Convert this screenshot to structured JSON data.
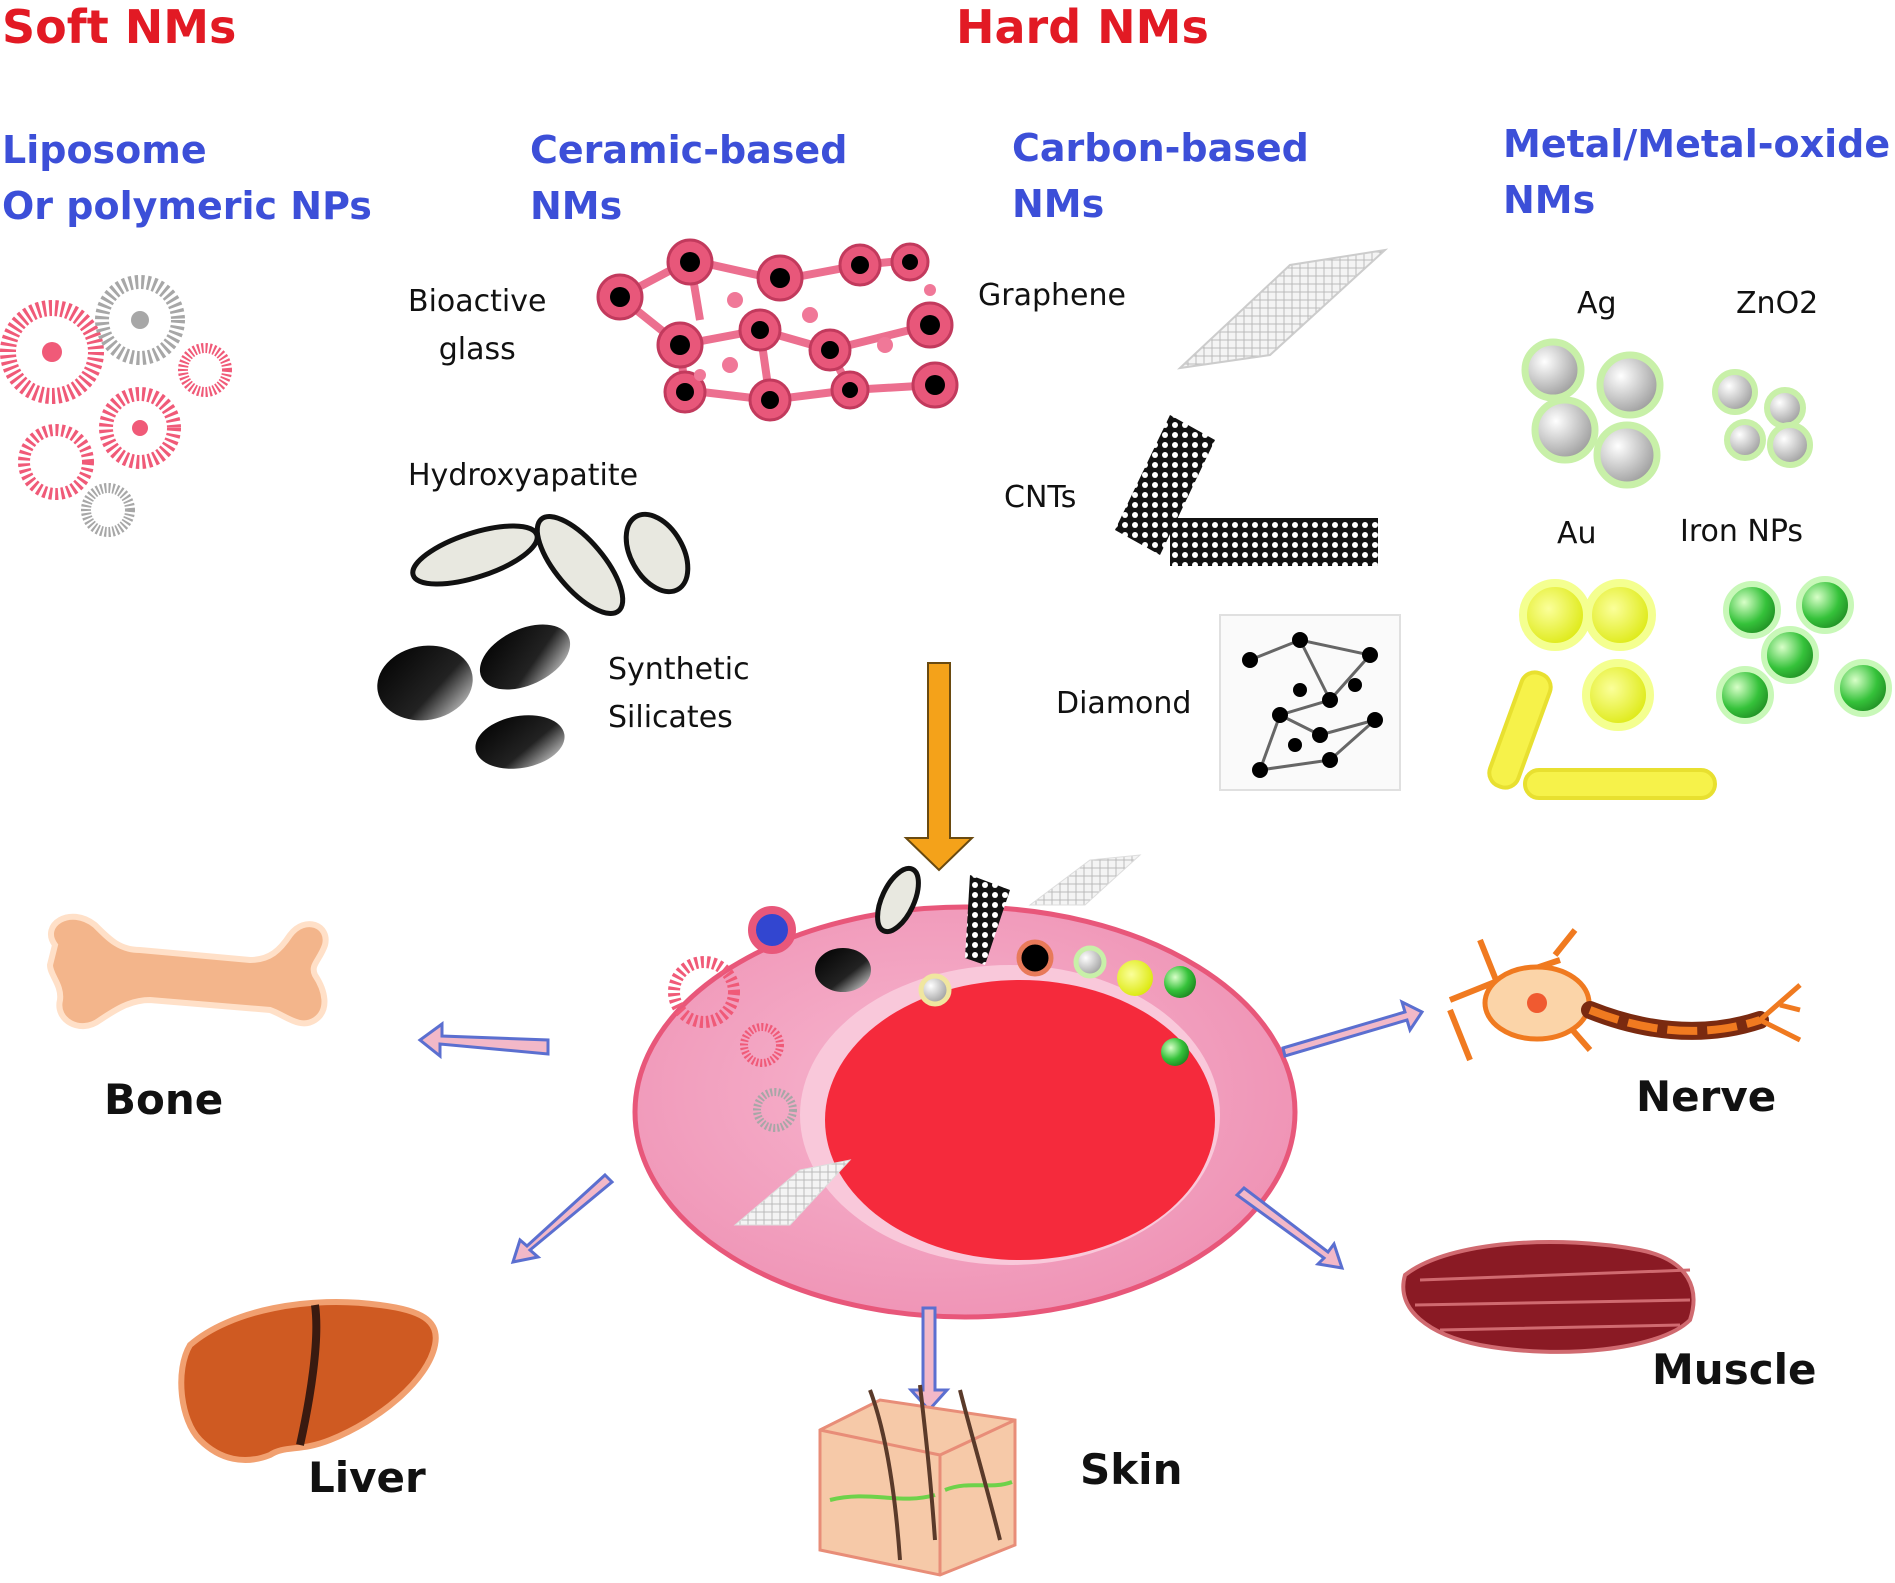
{
  "headers": {
    "soft": "Soft NMs",
    "hard": "Hard NMs"
  },
  "categories": {
    "liposome": [
      "Liposome",
      "Or polymeric NPs"
    ],
    "ceramic": [
      "Ceramic-based",
      "NMs"
    ],
    "carbon": [
      "Carbon-based",
      "NMs"
    ],
    "metal": [
      "Metal/Metal-oxide",
      "NMs"
    ]
  },
  "materials": {
    "bioactive_glass": [
      "Bioactive",
      "glass"
    ],
    "hydroxyapatite": "Hydroxyapatite",
    "synthetic_silicates": [
      "Synthetic",
      "Silicates"
    ],
    "graphene": "Graphene",
    "cnts": "CNTs",
    "diamond": "Diamond",
    "ag": "Ag",
    "zno2": "ZnO2",
    "au": "Au",
    "iron": "Iron NPs"
  },
  "targets": {
    "bone": "Bone",
    "nerve": "Nerve",
    "liver": "Liver",
    "skin": "Skin",
    "muscle": "Muscle"
  },
  "colors": {
    "header_red": "#e21a24",
    "category_blue": "#3c4fd8",
    "cell_pink": "#f2a3c0",
    "nucleus_red": "#f52a3c",
    "arrow_orange": "#f4a21a",
    "arrow_blue": "#5b6fd0"
  }
}
